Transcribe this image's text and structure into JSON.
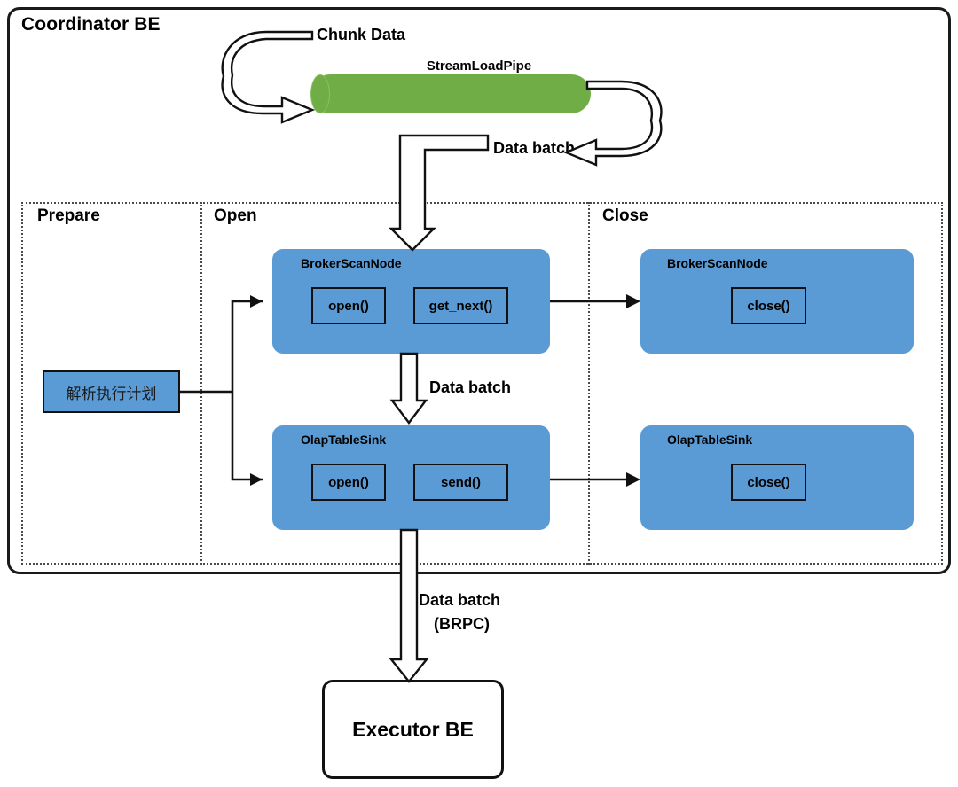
{
  "diagram": {
    "outer_container_title": "Coordinator BE",
    "pipe": {
      "label": "StreamLoadPipe",
      "color": "#70AD47"
    },
    "node_color": "#5B9BD5",
    "sections": [
      {
        "key": "prepare",
        "label": "Prepare"
      },
      {
        "key": "open",
        "label": "Open"
      },
      {
        "key": "close",
        "label": "Close"
      }
    ],
    "prepare": {
      "plan_box_label": "解析执行计划"
    },
    "open_section": {
      "scan_node": {
        "title": "BrokerScanNode",
        "methods": [
          "open()",
          "get_next()"
        ]
      },
      "sink_node": {
        "title": "OlapTableSink",
        "methods": [
          "open()",
          "send()"
        ]
      }
    },
    "close_section": {
      "scan_node": {
        "title": "BrokerScanNode",
        "methods": [
          "close()"
        ]
      },
      "sink_node": {
        "title": "OlapTableSink",
        "methods": [
          "close()"
        ]
      }
    },
    "flow_labels": {
      "chunk_data": "Chunk Data",
      "data_batch_pipe": "Data batch",
      "data_batch_mid": "Data batch",
      "data_batch_brpc_line1": "Data batch",
      "data_batch_brpc_line2": "(BRPC)"
    },
    "executor": {
      "label": "Executor BE"
    }
  }
}
